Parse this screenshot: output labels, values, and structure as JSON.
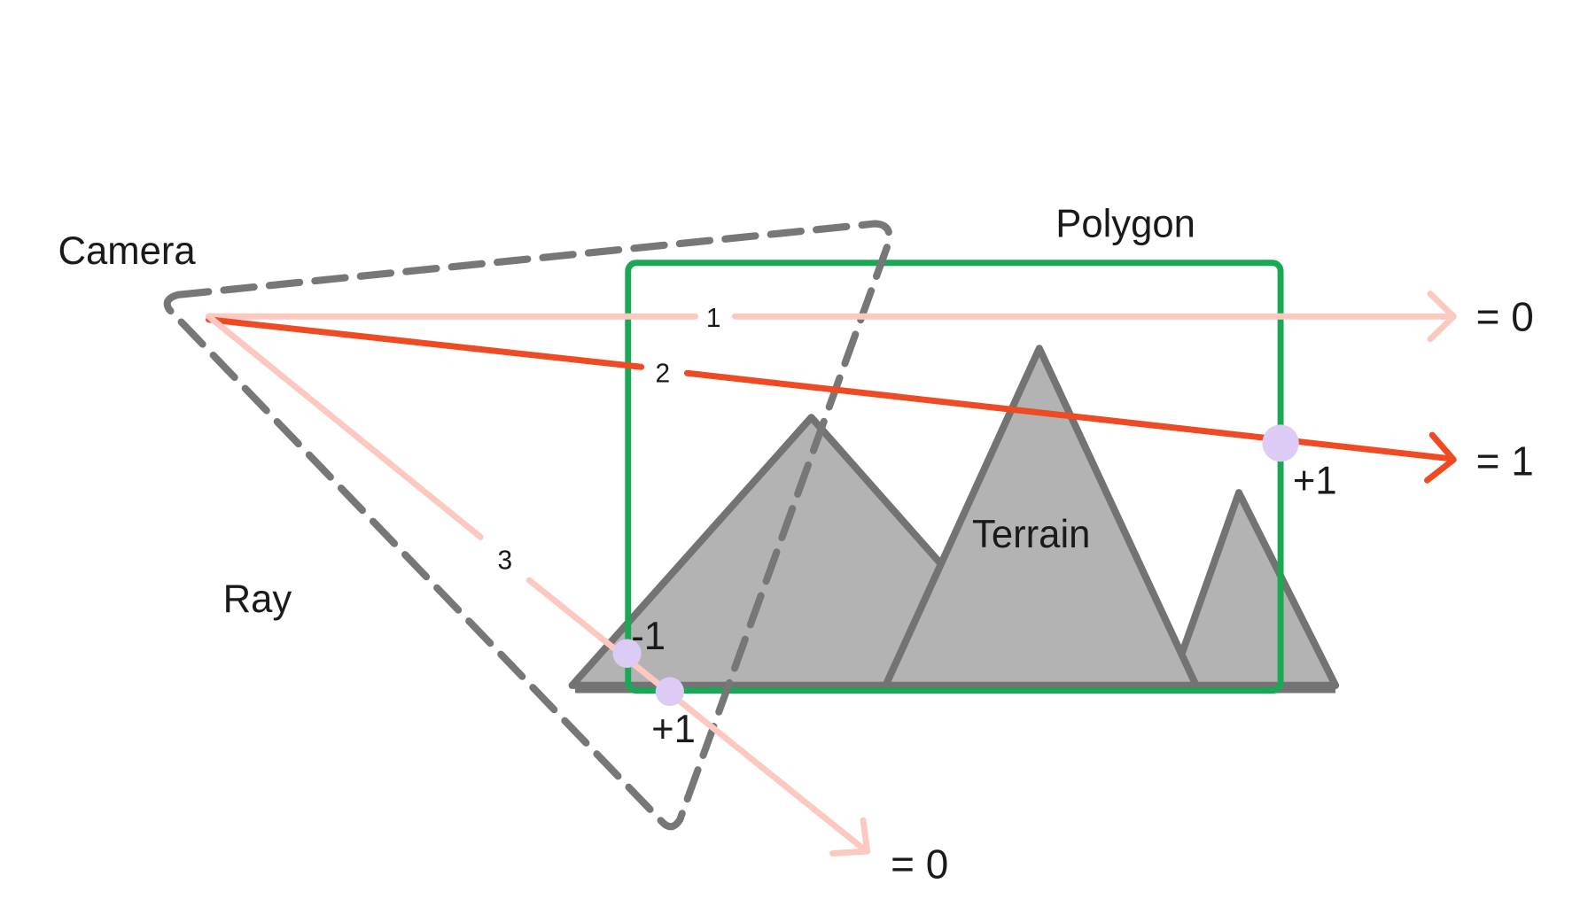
{
  "labels": {
    "camera": "Camera",
    "polygon": "Polygon",
    "ray": "Ray",
    "terrain": "Terrain"
  },
  "rays": [
    {
      "number": "1",
      "result": "= 0",
      "color": "#fcc9c0"
    },
    {
      "number": "2",
      "result": "= 1",
      "color": "#ee4a24"
    },
    {
      "number": "3",
      "result": "= 0",
      "color": "#fcc9c0"
    }
  ],
  "crossings": {
    "ray2_exit": "+1",
    "ray3_enter": "-1",
    "ray3_exit": "+1"
  },
  "colors": {
    "polygon": "#1aa855",
    "terrain_fill": "#b3b3b3",
    "terrain_stroke": "#737373",
    "frustum": "#777777",
    "crossing_dot": "#dccbf5"
  }
}
